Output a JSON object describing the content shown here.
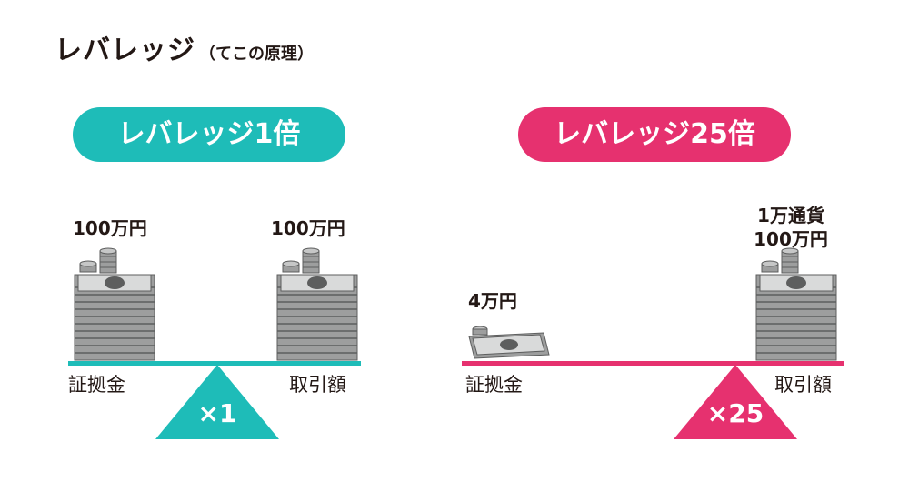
{
  "title": {
    "main": "レバレッジ",
    "sub": "（てこの原理）"
  },
  "colors": {
    "teal": "#1ebcb8",
    "pink": "#e6316f",
    "text": "#231815",
    "bill": "#9d9e9e",
    "bill_dark": "#5d5e5e"
  },
  "left": {
    "badge": "レバレッジ1倍",
    "margin_amount": "100万円",
    "trade_amount": "100万円",
    "margin_label": "証拠金",
    "trade_label": "取引額",
    "multiplier": "×1"
  },
  "right": {
    "badge": "レバレッジ25倍",
    "margin_amount": "4万円",
    "trade_amount_line1": "1万通貨",
    "trade_amount_line2": "100万円",
    "margin_label": "証拠金",
    "trade_label": "取引額",
    "multiplier": "×25"
  },
  "icons": [
    "money-stack-icon",
    "coin-stack-icon",
    "single-bill-icon"
  ]
}
